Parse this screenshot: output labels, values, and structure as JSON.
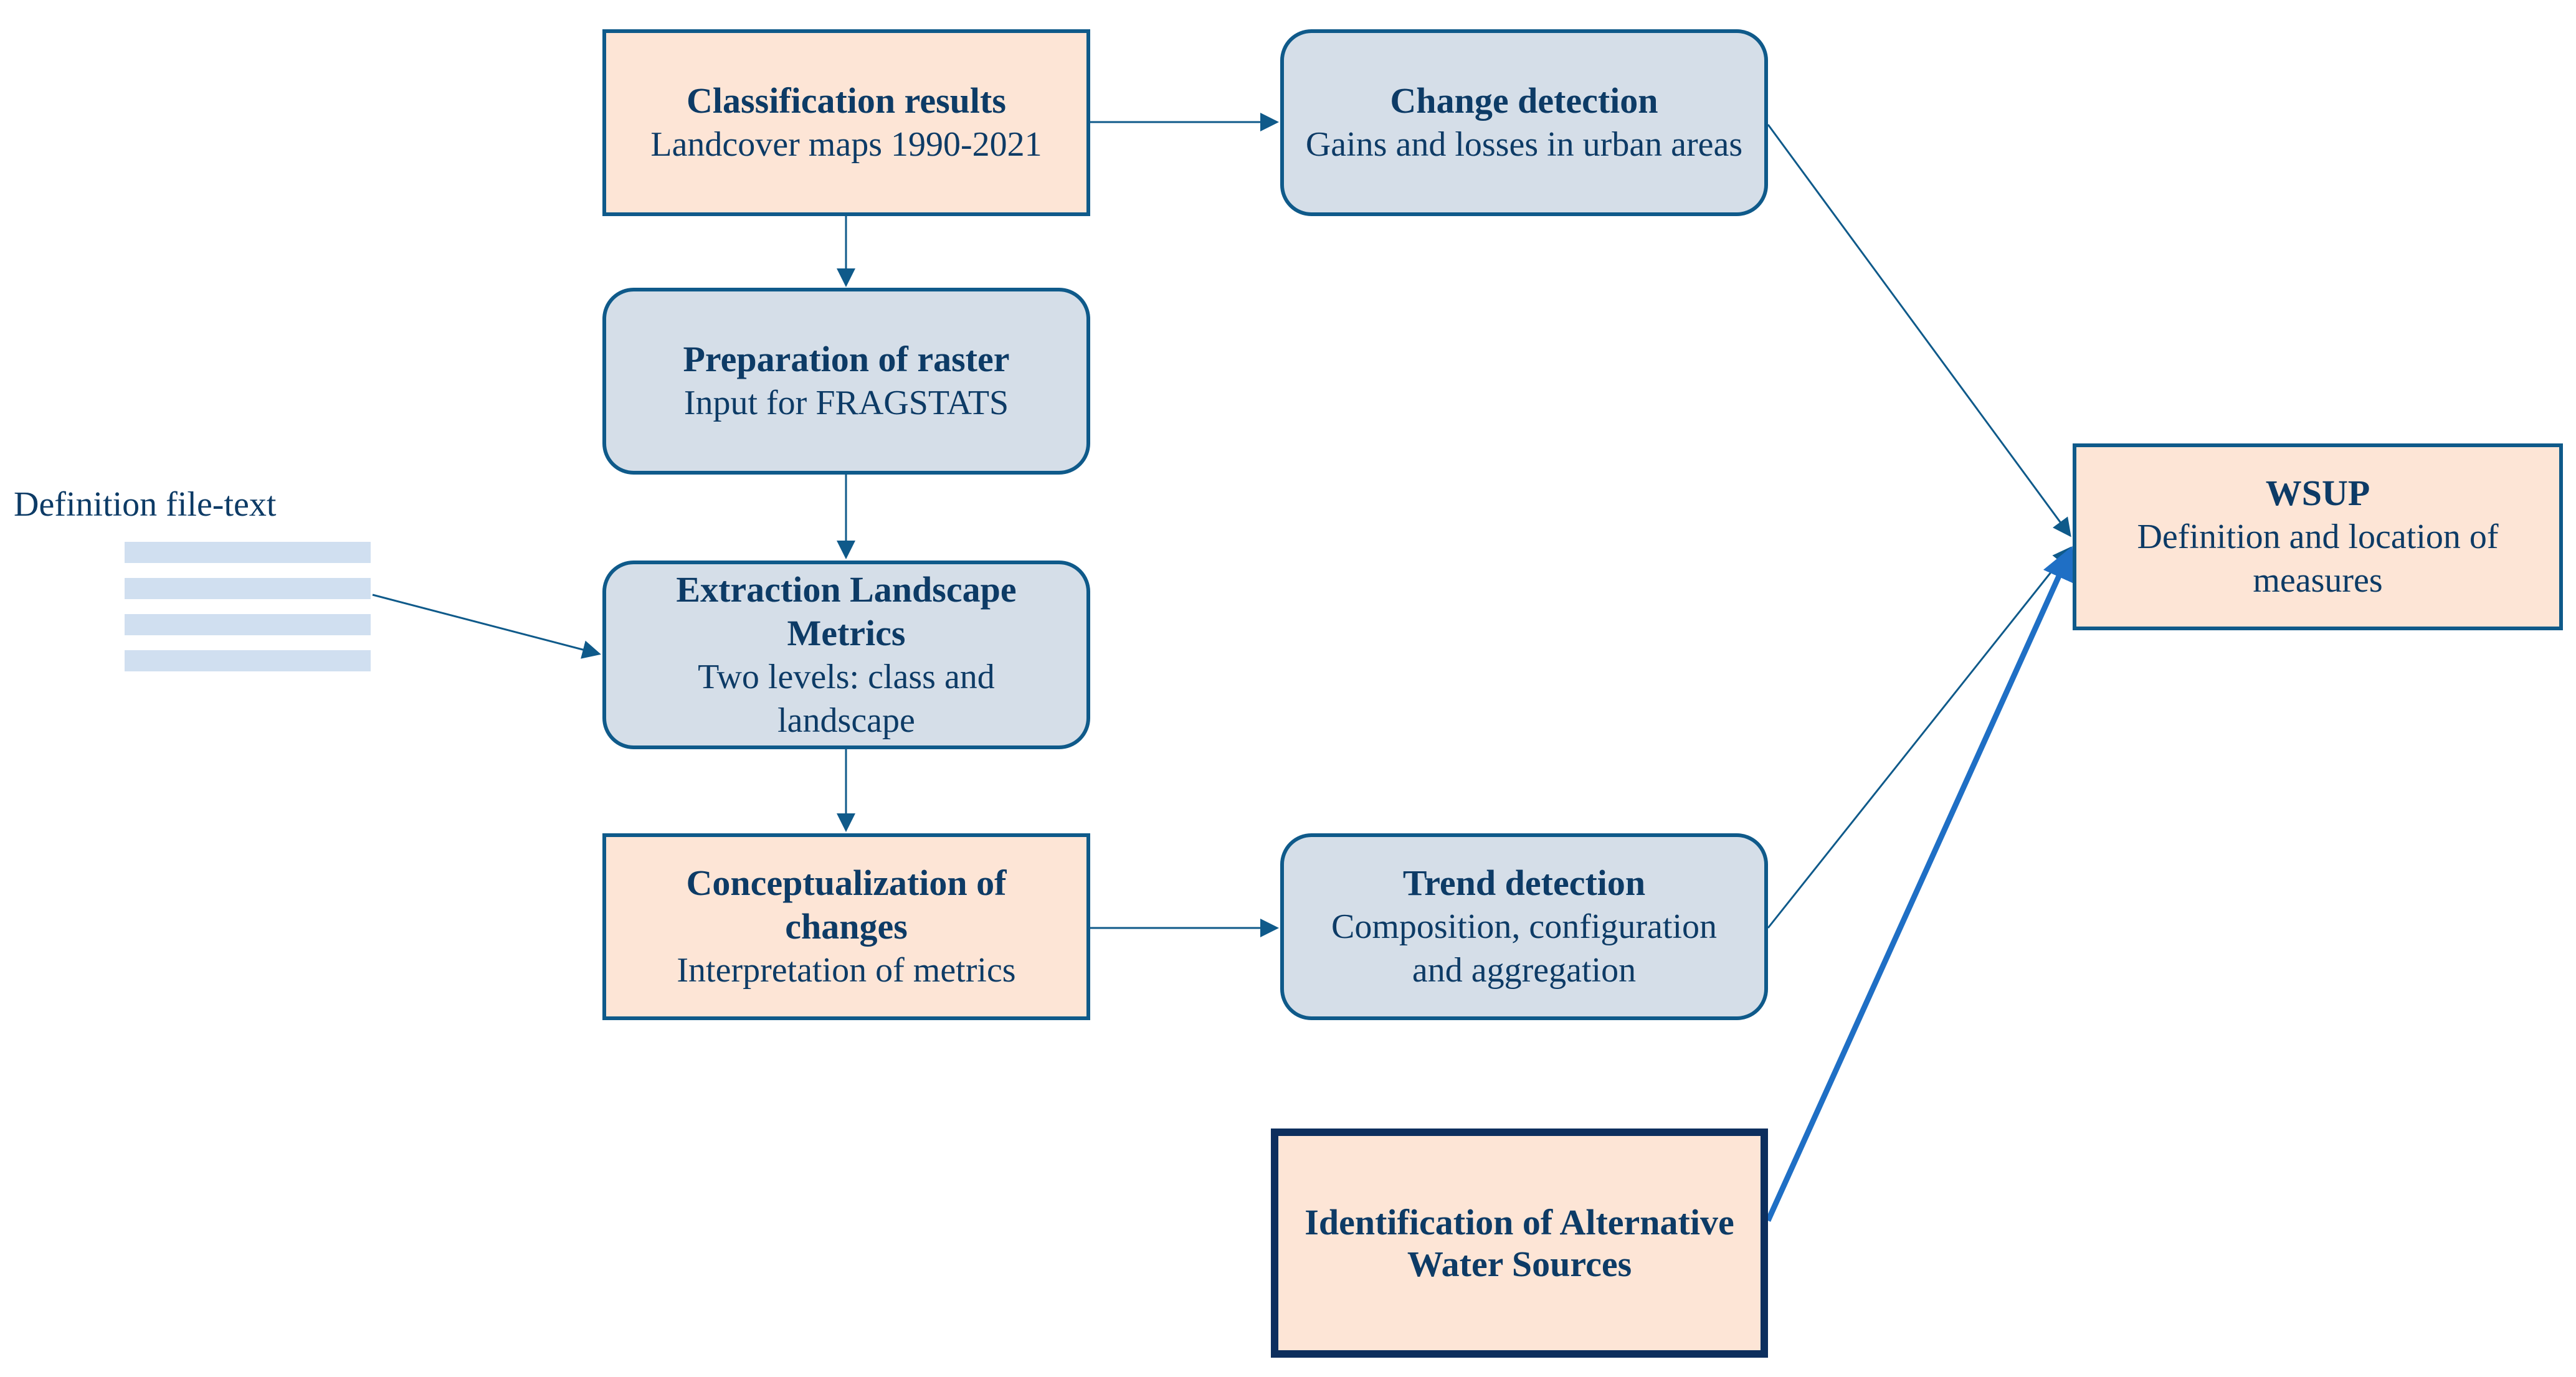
{
  "nodes": {
    "classification": {
      "title": "Classification results",
      "sub": "Landcover maps 1990-2021"
    },
    "change": {
      "title": "Change detection",
      "sub": "Gains and losses in urban areas"
    },
    "preparation": {
      "title": "Preparation of raster",
      "sub": "Input for FRAGSTATS"
    },
    "extraction": {
      "title": "Extraction Landscape Metrics",
      "sub": "Two levels: class and landscape"
    },
    "conceptualization": {
      "title": "Conceptualization of changes",
      "sub": "Interpretation of metrics"
    },
    "trend": {
      "title": "Trend detection",
      "sub": "Composition, configuration and aggregation"
    },
    "wsup": {
      "title": "WSUP",
      "sub": "Definition and location of measures"
    },
    "identification": {
      "title": "Identification of Alternative Water Sources"
    }
  },
  "definition_file": {
    "label": "Definition file-text",
    "icon": "text-lines-icon"
  },
  "colors": {
    "peach_fill": "#fde5d6",
    "blue_fill": "#d5dee8",
    "border": "#0f5a8a",
    "text": "#0d3b66",
    "arrow": "#0f5a8a",
    "accent_arrow": "#1f6fc5"
  }
}
